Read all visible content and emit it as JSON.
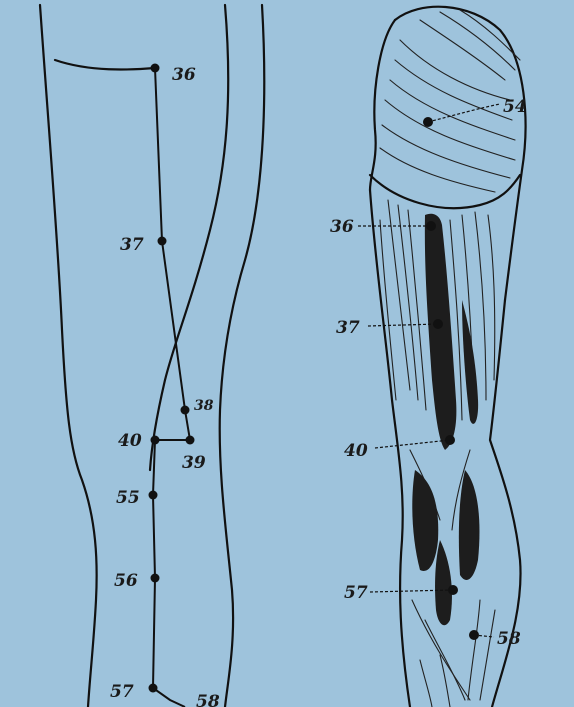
{
  "background": "#9ec3dc",
  "left_figure": {
    "points": [
      {
        "id": "p36",
        "label": "36"
      },
      {
        "id": "p37",
        "label": "37"
      },
      {
        "id": "p38",
        "label": "38"
      },
      {
        "id": "p39",
        "label": "39"
      },
      {
        "id": "p40",
        "label": "40"
      },
      {
        "id": "p55",
        "label": "55"
      },
      {
        "id": "p56",
        "label": "56"
      },
      {
        "id": "p57",
        "label": "57"
      },
      {
        "id": "p58",
        "label": "58"
      }
    ]
  },
  "right_figure": {
    "points": [
      {
        "id": "r54",
        "label": "54"
      },
      {
        "id": "r36",
        "label": "36"
      },
      {
        "id": "r37",
        "label": "37"
      },
      {
        "id": "r40",
        "label": "40"
      },
      {
        "id": "r57",
        "label": "57"
      },
      {
        "id": "r58",
        "label": "58"
      }
    ]
  }
}
